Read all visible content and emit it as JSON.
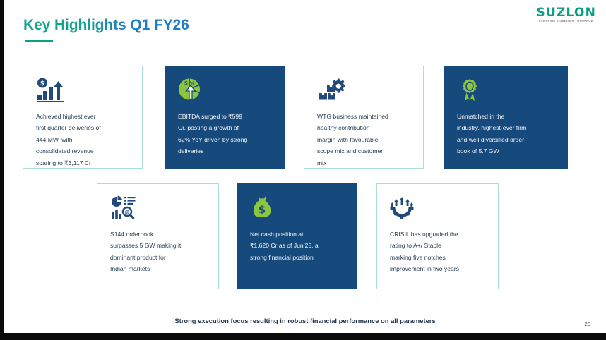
{
  "header": {
    "title": "Key Highlights Q1 FY26",
    "title_part_green": "Key Highlights ",
    "title_part_blue": "Q1 FY26",
    "accent_teal": "#0aa184",
    "accent_blue": "#1f7dc4"
  },
  "logo": {
    "wordmark": "SUZLON",
    "tagline": "POWERING A GREENER TOMORROW",
    "color": "#0a9d86"
  },
  "cards": [
    {
      "id": "highest-ever-deliveries",
      "style": "light",
      "icon": "bar-chart-growth-dollar-icon",
      "icon_color": "#21497b",
      "text": "Achieved highest ever\nfirst quarter deliveries of\n444 MW, with\nconsolidated revenue\nsoaring to ₹3,117 Cr"
    },
    {
      "id": "ebitda-growth",
      "style": "dark",
      "icon": "pie-chart-percent-arrow-up-icon",
      "icon_color": "#8cc63f",
      "text": "EBITDA surged to ₹599\nCr, posting a growth of\n62% YoY driven by strong\ndeliveries"
    },
    {
      "id": "wtg-contribution-margin",
      "style": "light",
      "icon": "boxes-gear-production-icon",
      "icon_color": "#21497b",
      "text": "WTG business maintained\nhealthy contribution\nmargin with favourable\nscope mix and customer\nmix"
    },
    {
      "id": "order-book",
      "style": "dark",
      "icon": "award-ribbon-badge-icon",
      "icon_color": "#8cc63f",
      "text": "Unmatched in the\nindustry, highest-ever firm\nand well diversified order\nbook of 5.7 GW"
    },
    {
      "id": "s144-orderbook",
      "style": "light",
      "icon": "data-analysis-report-icon",
      "icon_color": "#21497b",
      "text": "S144 orderbook\nsurpasses 5 GW making it\ndominant product for\nIndian markets"
    },
    {
      "id": "net-cash-position",
      "style": "dark",
      "icon": "money-bag-icon",
      "icon_color": "#8cc63f",
      "text": "Net cash position at\n₹1,620 Cr as of Jun’25, a\nstrong financial position"
    },
    {
      "id": "crisil-rating-upgrade",
      "style": "light",
      "icon": "gear-upgrade-arrows-icon",
      "icon_color": "#21497b",
      "text": "CRISIL has upgraded the\nrating to A+/ Stable\nmarking five notches\nimprovement in two years"
    }
  ],
  "footer": {
    "note": "Strong execution focus resulting in robust financial performance on all parameters",
    "page_number": "20"
  }
}
